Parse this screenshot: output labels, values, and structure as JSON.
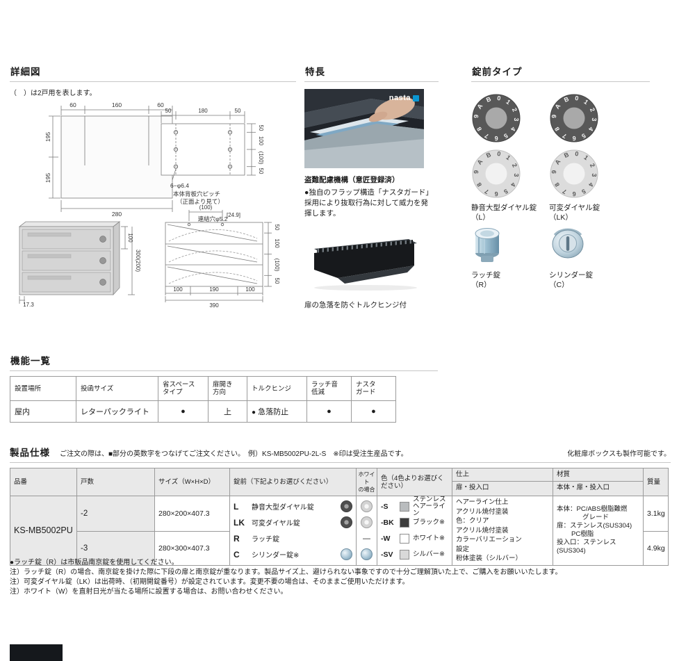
{
  "detail": {
    "title": "詳細図",
    "note": "（　）は2戸用を表します。",
    "drawA": {
      "dim_top": [
        "60",
        "160",
        "60"
      ],
      "dim_left": [
        "195",
        "195"
      ],
      "dim_bottom": "280"
    },
    "drawB": {
      "dim_top": [
        "50",
        "180",
        "50"
      ],
      "dim_right": [
        "50",
        "100",
        "(100)",
        "50"
      ],
      "hole_label": "6−φ6.4",
      "hole_note1": "本体背板穴ピッチ",
      "hole_note2": "（正面より見て）",
      "link_dim1": "(100)",
      "link_dim2": "[24.9]",
      "link_label": "連結穴φ5.2"
    },
    "drawC": {
      "dim_door": "100",
      "dim_total": "300(200)",
      "dim_base": "17.3"
    },
    "drawD": {
      "dim_bottom": [
        "100",
        "190",
        "100"
      ],
      "dim_total": "390",
      "dim_right": [
        "50",
        "100",
        "(100)",
        "50"
      ]
    }
  },
  "features": {
    "title": "特長",
    "brand": "nasta",
    "item1_title": "盗難配慮機構（意匠登録済）",
    "item1_text": "●独自のフラップ構造「ナスタガード」採用により抜取行為に対して威力を発揮します。",
    "item2_text": "扉の急落を防ぐトルクヒンジ付"
  },
  "locks": {
    "title": "錠前タイプ",
    "dial_chars": "9AB012345678",
    "items": [
      {
        "name": "静音大型ダイヤル錠",
        "code": "（L）"
      },
      {
        "name": "可変ダイヤル錠",
        "code": "（LK）"
      },
      {
        "name": "ラッチ錠",
        "code": "（R）"
      },
      {
        "name": "シリンダー錠",
        "code": "（C）"
      }
    ]
  },
  "functions": {
    "title": "機能一覧",
    "headers": [
      "設置場所",
      "投函サイズ",
      "省スペース\nタイプ",
      "扉開き\n方向",
      "トルクヒンジ",
      "ラッチ音\n低減",
      "ナスタ\nガード"
    ],
    "row": {
      "place": "屋内",
      "size": "レターパックライト",
      "space_dot": "●",
      "door": "上",
      "hinge_dot": "●",
      "hinge_text": "急落防止",
      "latch_dot": "●",
      "guard_dot": "●"
    }
  },
  "spec": {
    "title": "製品仕様",
    "order_note": "ご注文の際は、■部分の英数字をつなげてご注文ください。　例）KS-MB5002PU-2L-S　※印は受注生産品です。",
    "side_note": "化粧扉ボックスも製作可能です。",
    "headers": {
      "hinban": "品番",
      "kosu": "戸数",
      "size": "サイズ（W×H×D）",
      "lock": "錠前（下記よりお選びください）",
      "white_case": "ホワイト\nの場合",
      "color": "色（4色よりお選びください）",
      "finish": "仕上",
      "finish_sub": "扉・投入口",
      "material": "材質",
      "material_sub": "本体・扉・投入口",
      "weight": "質量"
    },
    "model": "KS-MB5002PU",
    "rows": [
      {
        "kosu": "-2",
        "size": "280×200×407.3",
        "weight": "3.1kg"
      },
      {
        "kosu": "-3",
        "size": "280×300×407.3",
        "weight": "4.9kg"
      }
    ],
    "lock_options": [
      {
        "code": "L",
        "name": "静音大型ダイヤル錠"
      },
      {
        "code": "LK",
        "name": "可変ダイヤル錠"
      },
      {
        "code": "R",
        "name": "ラッチ錠"
      },
      {
        "code": "C",
        "name": "シリンダー錠※"
      }
    ],
    "white_dash": "—",
    "colors": [
      {
        "code": "-S",
        "name": "ステンレス\nヘアーライン",
        "swatch": "#b9bcbe"
      },
      {
        "code": "-BK",
        "name": "ブラック※",
        "swatch": "#3c3c3c"
      },
      {
        "code": "-W",
        "name": "ホワイト※",
        "swatch": "#ffffff"
      },
      {
        "code": "-SV",
        "name": "シルバー※",
        "swatch": "#d9d9d9"
      }
    ],
    "finish_lines": [
      "ヘアーライン仕上",
      "アクリル焼付塗装",
      "色：クリア",
      "アクリル焼付塗装",
      "カラーバリエーション",
      "設定",
      "粉体塗装（シルバー）"
    ],
    "material_lines": [
      "本体：PC/ABS樹脂難燃",
      "グレード",
      "扉：ステンレス(SUS304)",
      "PC樹脂",
      "投入口：ステンレス(SUS304)"
    ]
  },
  "footnotes": [
    "●ラッチ錠（R）は市販品南京錠を使用してください。",
    "注）ラッチ錠（R）の場合、南京錠を掛けた際に下段の扉と南京錠が重なります。製品サイズ上、避けられない事象ですので十分ご理解頂いた上で、ご購入をお願いいたします。",
    "注）可変ダイヤル錠（LK）は出荷時、（初期開錠番号）が設定されています。変更不要の場合は、そのままご使用いただけます。",
    "注）ホワイト（W）を直射日光が当たる場所に設置する場合は、お問い合わせください。"
  ]
}
